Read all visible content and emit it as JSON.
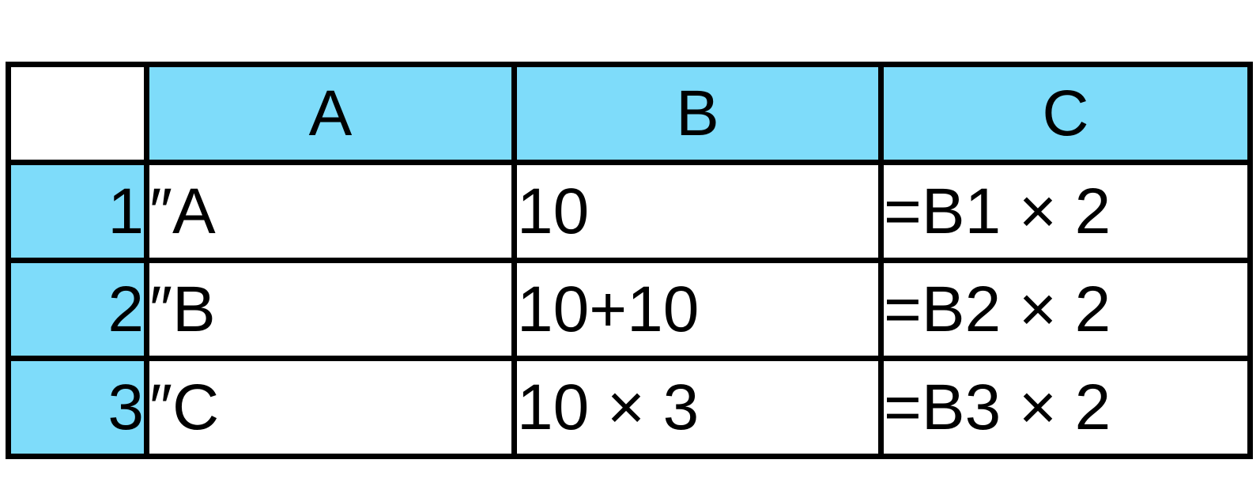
{
  "chart_data": {
    "type": "table",
    "description": "Spreadsheet figure with column headers A-C and row headers 1-3; column B holds values/expressions and column C holds formulas referencing column B",
    "column_headers": [
      "A",
      "B",
      "C"
    ],
    "row_headers": [
      "1",
      "2",
      "3"
    ],
    "cells": [
      [
        "″A",
        "10",
        "=B1 × 2"
      ],
      [
        "″B",
        "10+10",
        "=B2 × 2"
      ],
      [
        "″C",
        "10 × 3",
        "=B3 × 2"
      ]
    ]
  },
  "colors": {
    "header_fill": "#7EDCFA",
    "cell_fill": "#FFFFFF",
    "border": "#000000",
    "text": "#000000",
    "background": "#FFFFFF"
  }
}
